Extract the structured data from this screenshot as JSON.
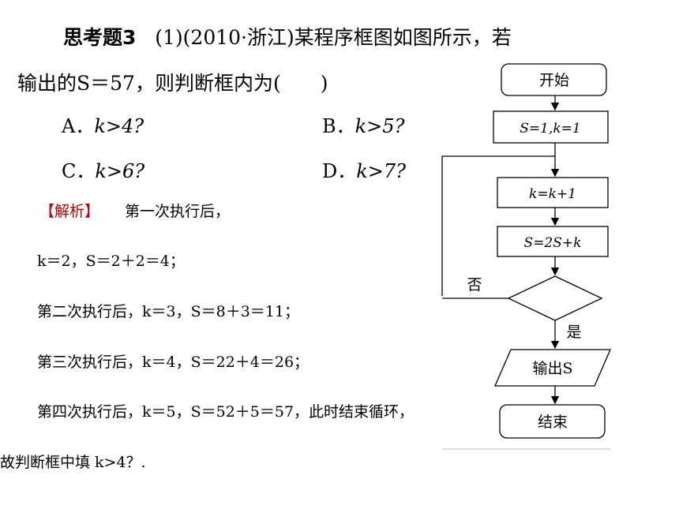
{
  "question": {
    "label": "思考题3",
    "stem_line1": "(1)(2010·浙江)某程序框图如图所示，若",
    "stem_line2": "输出的S＝57，则判断框内为(　　)"
  },
  "options": [
    {
      "key": "A．",
      "text": "k>4?"
    },
    {
      "key": "B．",
      "text": "k>5?"
    },
    {
      "key": "C．",
      "text": "k>6?"
    },
    {
      "key": "D．",
      "text": "k>7?"
    }
  ],
  "solution": {
    "tag": "【解析】",
    "lines": [
      "第一次执行后，",
      "k＝2，S＝2＋2＝4；",
      "第二次执行后，k＝3，S＝8＋3＝11；",
      "第三次执行后，k＝4，S＝22＋4＝26；",
      "第四次执行后，k＝5，S＝52＋5＝57，此时结束循环，",
      "故判断框中填 k>4？."
    ]
  },
  "flowchart": {
    "start": "开始",
    "init": "S=1,k=1",
    "step1": "k=k+1",
    "step2": "S=2S+k",
    "no_label": "否",
    "yes_label": "是",
    "output": "输出S",
    "end": "结束"
  }
}
